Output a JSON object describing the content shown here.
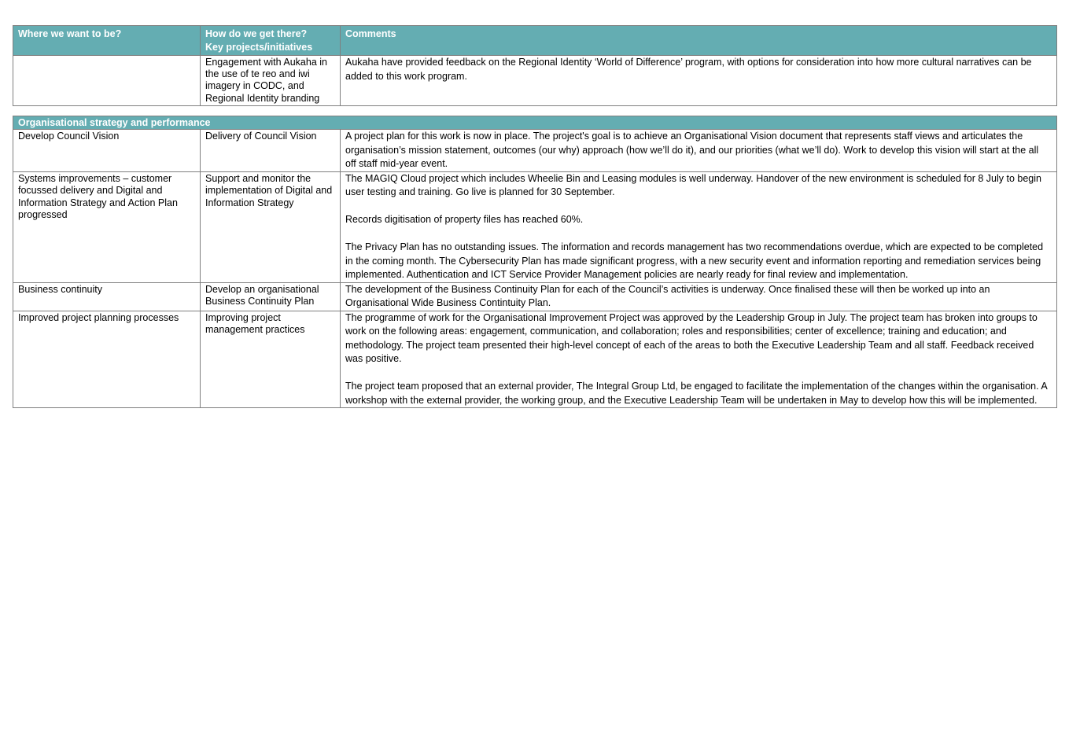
{
  "table_top": {
    "headers": {
      "col1": "Where we want to be?",
      "col2_line1": "How do we get there?",
      "col2_line2": "Key projects/initiatives",
      "col3": "Comments"
    },
    "rows": [
      {
        "goal": "",
        "initiative": "Engagement with Aukaha in the use of te reo and iwi imagery in CODC, and Regional Identity branding",
        "comments": [
          "Aukaha have provided feedback on the Regional Identity ‘World of Difference’ program, with options for consideration into how more cultural narratives can be added to this work program."
        ]
      }
    ]
  },
  "table_org": {
    "section_title": "Organisational strategy and performance",
    "rows": [
      {
        "goal": "Develop Council Vision",
        "initiative": "Delivery of Council Vision",
        "comments": [
          "A project plan for this work is now in place. The project's goal is to achieve an Organisational Vision document that represents staff views and articulates the organisation’s mission statement, outcomes (our why) approach (how we’ll do it), and our priorities (what we’ll do). Work to develop this vision will start at the all off staff mid-year event."
        ]
      },
      {
        "goal": "Systems improvements – customer focussed delivery and Digital and Information Strategy and Action Plan progressed",
        "initiative": "Support and monitor the implementation of Digital and Information Strategy",
        "comments": [
          "The MAGIQ Cloud project which includes Wheelie Bin and Leasing modules is well underway. Handover of the new environment is scheduled for 8 July to begin user testing and training. Go live is planned for 30 September.",
          "Records digitisation of property files has reached 60%.",
          "The Privacy Plan has no outstanding issues. The information and records management has two recommendations overdue, which are expected to be completed in the coming month. The Cybersecurity Plan has made significant progress, with a new security event and information reporting and remediation services being implemented. Authentication and ICT Service Provider Management policies are nearly ready for final review and implementation."
        ]
      },
      {
        "goal": "Business continuity",
        "initiative": "Develop an organisational Business Continuity Plan",
        "comments": [
          "The development of the Business Continuity Plan for each of the Council’s activities is underway. Once finalised these will then be worked up into an Organisational Wide Business Contintuity Plan."
        ]
      },
      {
        "goal": "Improved project planning processes",
        "initiative": "Improving project management practices",
        "comments": [
          "The programme of work for the Organisational Improvement Project was approved by the Leadership Group in July. The project team has broken into groups to work on the following areas: engagement, communication, and collaboration; roles and responsibilities; center of excellence; training and education; and methodology. The project team presented their high-level concept of each of the areas to both the Executive Leadership Team and all staff. Feedback received was positive.",
          "The project team proposed that an external provider, The Integral Group Ltd, be engaged to facilitate the implementation of the changes within the organisation. A workshop with the external provider, the working group, and the Executive Leadership Team will be undertaken in May to develop how this will be implemented."
        ]
      }
    ]
  },
  "colors": {
    "header_bg": "#64adb2",
    "header_text": "#ffffff",
    "border": "#7f7f7f"
  }
}
